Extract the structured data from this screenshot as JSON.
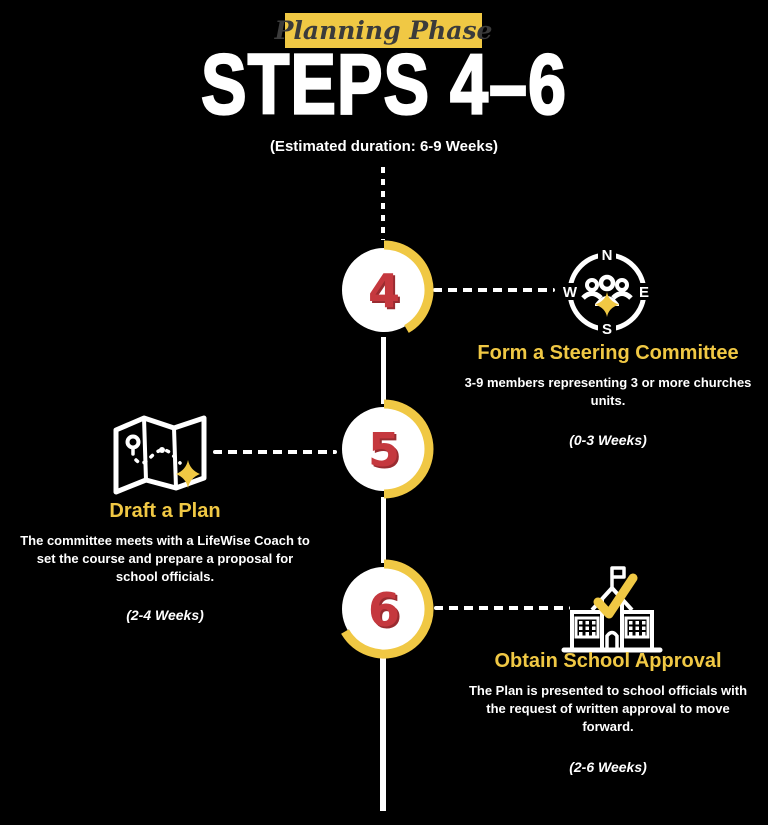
{
  "colors": {
    "bg": "#000000",
    "yellow": "#F0C844",
    "red": "#C5383E",
    "red_shadow": "#9A2B30",
    "white": "#FFFFFF",
    "ink": "#3B3B3B"
  },
  "header": {
    "banner_label": "Planning Phase",
    "title": "STEPS 4–6",
    "subtitle": "(Estimated duration: 6-9 Weeks)"
  },
  "steps": [
    {
      "number": "4",
      "icon": "compass-steering-committee-icon",
      "side": "right",
      "heading": "Form a Steering Committee",
      "body": "3-9 members representing 3 or more churches units.",
      "duration": "(0-3 Weeks)",
      "progress_deg": 150
    },
    {
      "number": "5",
      "icon": "folded-map-icon",
      "side": "left",
      "heading": "Draft a Plan",
      "body": "The committee meets with a LifeWise Coach to set the course and prepare a proposal for school officials.",
      "duration": "(2-4 Weeks)",
      "progress_deg": 180
    },
    {
      "number": "6",
      "icon": "school-approval-icon",
      "side": "right",
      "heading": "Obtain School Approval",
      "body": "The Plan is presented to school officials with the request of written approval to move forward.",
      "duration": "(2-6 Weeks)",
      "progress_deg": 240
    }
  ],
  "compass_labels": {
    "n": "N",
    "e": "E",
    "s": "S",
    "w": "W"
  }
}
